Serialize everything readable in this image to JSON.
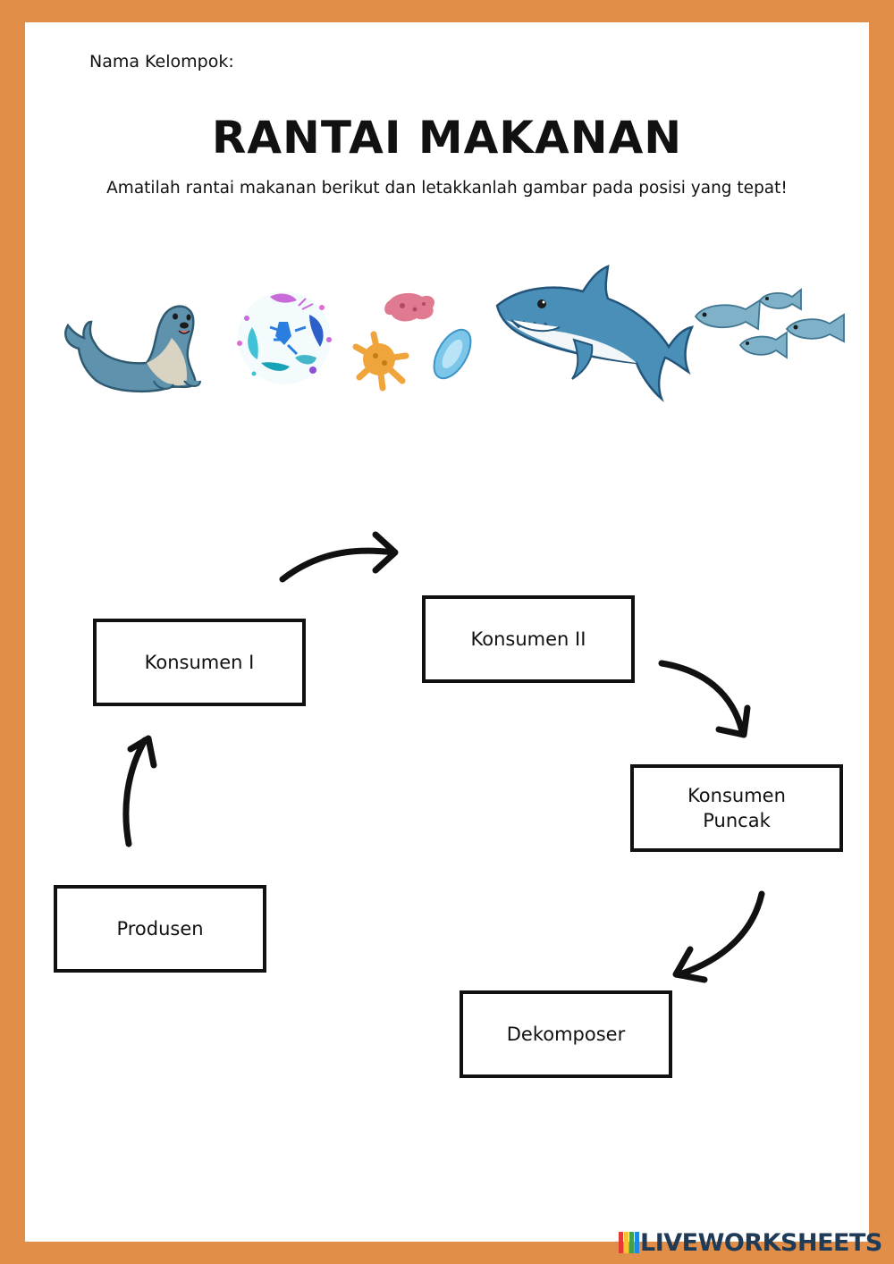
{
  "header": {
    "group_label": "Nama Kelompok:",
    "title": "RANTAI MAKANAN",
    "instruction": "Amatilah rantai makanan berikut dan letakkanlah gambar pada posisi yang tepat!"
  },
  "images": [
    {
      "name": "seal",
      "icon": "seal-icon"
    },
    {
      "name": "plankton",
      "icon": "plankton-icon"
    },
    {
      "name": "bacteria",
      "icon": "bacteria-icon"
    },
    {
      "name": "shark",
      "icon": "shark-icon"
    },
    {
      "name": "fish",
      "icon": "fish-school-icon"
    }
  ],
  "boxes": {
    "konsumen1": "Konsumen I",
    "konsumen2": "Konsumen II",
    "puncak_line1": "Konsumen",
    "puncak_line2": "Puncak",
    "produsen": "Produsen",
    "dekomposer": "Dekomposer"
  },
  "colors": {
    "border": "#e08e48",
    "seal": "#5f93ad",
    "shark": "#4a8fb8",
    "fish": "#7fb2c9"
  },
  "brand": {
    "name": "LIVEWORKSHEETS"
  }
}
